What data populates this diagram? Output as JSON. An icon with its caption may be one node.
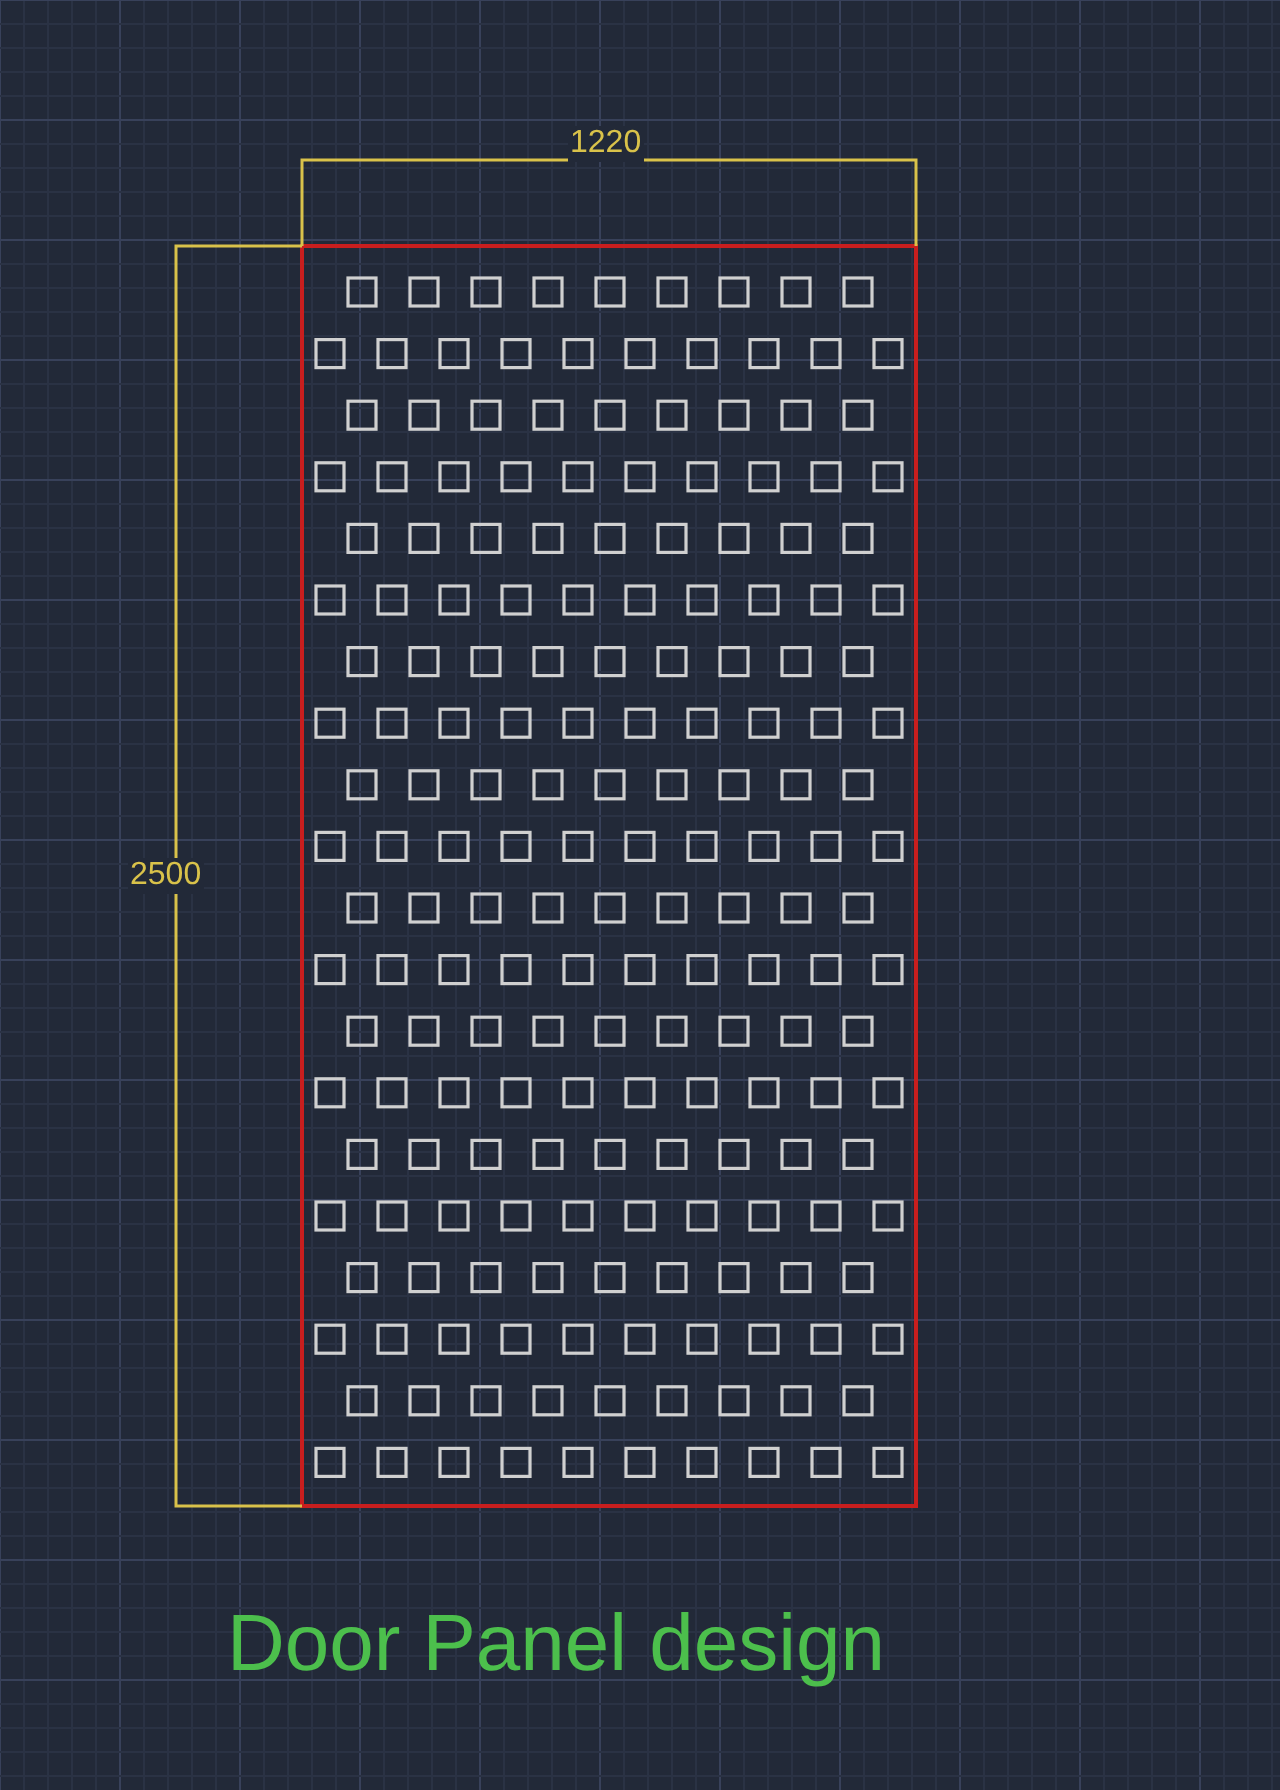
{
  "diagram": {
    "title": "Door Panel design",
    "labels": [
      "1220",
      "2500"
    ]
  }
}
